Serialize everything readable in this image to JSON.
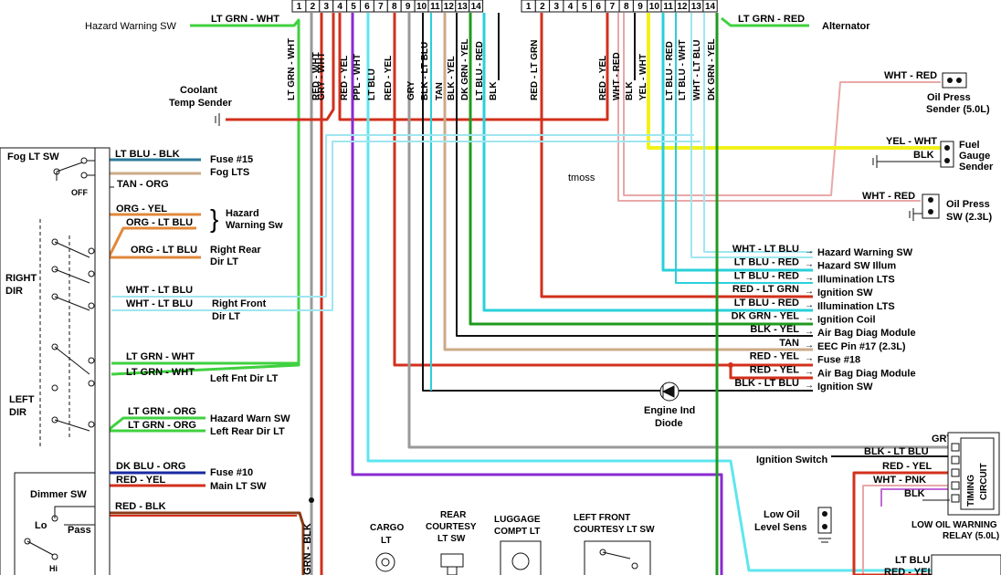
{
  "connector_left_pins": [
    "1",
    "2",
    "3",
    "4",
    "5",
    "6",
    "7",
    "8",
    "9",
    "10",
    "11",
    "12",
    "13",
    "14"
  ],
  "connector_right_pins": [
    "1",
    "2",
    "3",
    "4",
    "5",
    "6",
    "7",
    "8",
    "9",
    "10",
    "11",
    "12",
    "13",
    "14"
  ],
  "vertical_wire_labels_left": [
    "LT GRN - WHT",
    "GRY - WHT",
    "RED - WHT",
    "RED - YEL",
    "PPL - WHT",
    "LT BLU",
    "RED - YEL",
    "GRY",
    "BLK - LT BLU",
    "TAN",
    "BLK - YEL",
    "DK GRN - YEL",
    "LT BLU - RED",
    "BLK"
  ],
  "vertical_wire_labels_right": [
    "RED - LT GRN",
    "RED - YEL",
    "WHT - RED",
    "BLK",
    "YEL - WHT",
    "LT BLU - RED",
    "LT BLU - WHT",
    "WHT - LT BLU",
    "DK GRN - YEL"
  ],
  "top_left": {
    "wire": "LT GRN - WHT",
    "component": "Hazard Warning SW"
  },
  "top_right": {
    "wire": "LT GRN - RED",
    "component": "Alternator"
  },
  "coolant": {
    "line1": "Coolant",
    "line2": "Temp Sender"
  },
  "oil_press_50": {
    "wire": "WHT - RED",
    "line1": "Oil Press",
    "line2": "Sender (5.0L)"
  },
  "fuel_gauge": {
    "wire1": "YEL - WHT",
    "wire2": "BLK",
    "line1": "Fuel",
    "line2": "Gauge",
    "line3": "Sender"
  },
  "oil_press_23": {
    "wire": "WHT - RED",
    "line1": "Oil Press",
    "line2": "SW (2.3L)"
  },
  "watermark": "tmoss",
  "fog": {
    "title": "Fog LT SW",
    "off": "OFF",
    "wire1": "LT BLU - BLK",
    "dest1": "Fuse #15",
    "wire2": "TAN - ORG",
    "dest2": "Fog LTS"
  },
  "hazard_left": {
    "wire1": "ORG - YEL",
    "wire2": "ORG - LT BLU",
    "line1": "Hazard",
    "line2": "Warning Sw"
  },
  "right_rear": {
    "wire": "ORG - LT BLU",
    "line1": "Right Rear",
    "line2": "Dir LT"
  },
  "right_dir": {
    "line1": "RIGHT",
    "line2": "DIR"
  },
  "right_front": {
    "wire1": "WHT - LT BLU",
    "wire2": "WHT - LT BLU",
    "line1": "Right Front",
    "line2": "Dir LT"
  },
  "left_fnt": {
    "wire1": "LT GRN - WHT",
    "wire2": "LT GRN - WHT",
    "dest": "Left Fnt Dir LT"
  },
  "left_dir": {
    "line1": "LEFT",
    "line2": "DIR"
  },
  "hazard_warn": {
    "wire1": "LT GRN - ORG",
    "wire2": "LT GRN - ORG",
    "dest1": "Hazard Warn SW",
    "dest2": "Left Rear Dir LT"
  },
  "fuse10": {
    "wire1": "DK BLU - ORG",
    "dest1": "Fuse #10",
    "wire2": "RED - YEL",
    "dest2": "Main LT SW"
  },
  "dimmer": {
    "title": "Dimmer SW",
    "lo": "Lo",
    "pass": "Pass",
    "hi": "Hi",
    "wire": "RED - BLK",
    "vertical_wire": "GRN - BLK"
  },
  "right_list": [
    {
      "wire": "WHT - LT BLU",
      "dest": "Hazard Warning SW"
    },
    {
      "wire": "LT BLU - RED",
      "dest": "Hazard SW Illum"
    },
    {
      "wire": "LT BLU - RED",
      "dest": "Illumination LTS"
    },
    {
      "wire": "RED - LT GRN",
      "dest": "Ignition SW"
    },
    {
      "wire": "LT BLU - RED",
      "dest": "Illumination LTS"
    },
    {
      "wire": "DK GRN - YEL",
      "dest": "Ignition Coil"
    },
    {
      "wire": "BLK - YEL",
      "dest": "Air Bag Diag Module"
    },
    {
      "wire": "TAN",
      "dest": "EEC Pin #17 (2.3L)"
    },
    {
      "wire": "RED - YEL",
      "dest": "Fuse #18"
    },
    {
      "wire": "RED - YEL",
      "dest": "Air Bag Diag Module"
    },
    {
      "wire": "BLK - LT BLU",
      "dest": "Ignition SW"
    }
  ],
  "engine_diode": {
    "line1": "Engine Ind",
    "line2": "Diode"
  },
  "timing": {
    "gry": "GRY",
    "blk_lt_blu": "BLK - LT BLU",
    "red_yel": "RED - YEL",
    "wht_pnk": "WHT - PNK",
    "blk": "BLK",
    "ignition_switch": "Ignition Switch",
    "box_line1": "TIMING",
    "box_line2": "CIRCUIT"
  },
  "low_oil": {
    "line1": "Low Oil",
    "line2": "Level Sens"
  },
  "low_oil_relay": {
    "line1": "LOW OIL WARNING",
    "line2": "RELAY (5.0L)"
  },
  "bottom_right": {
    "wire1": "LT BLU",
    "wire2": "RED - YEL"
  },
  "cargo": {
    "line1": "CARGO",
    "line2": "LT"
  },
  "rear_courtesy": {
    "line1": "REAR",
    "line2": "COURTESY",
    "line3": "LT SW"
  },
  "luggage": {
    "line1": "LUGGAGE",
    "line2": "COMPT LT"
  },
  "left_front_courtesy": {
    "line1": "LEFT FRONT",
    "line2": "COURTESY LT SW"
  },
  "colors": {
    "lt_grn": "#3fd13f",
    "red": "#d2301c",
    "orange": "#e0883a",
    "tan": "#ccaa88",
    "lt_blu": "#9fe6f0",
    "cyan": "#2ad0d8",
    "purple": "#8a2ad0",
    "gray": "#9a9a9a",
    "black": "#111111",
    "dk_grn": "#1f9a1f",
    "yellow": "#f2f21a",
    "pink": "#e8a8a8",
    "dk_blu": "#1a2aa0",
    "brown": "#8b3a14"
  }
}
